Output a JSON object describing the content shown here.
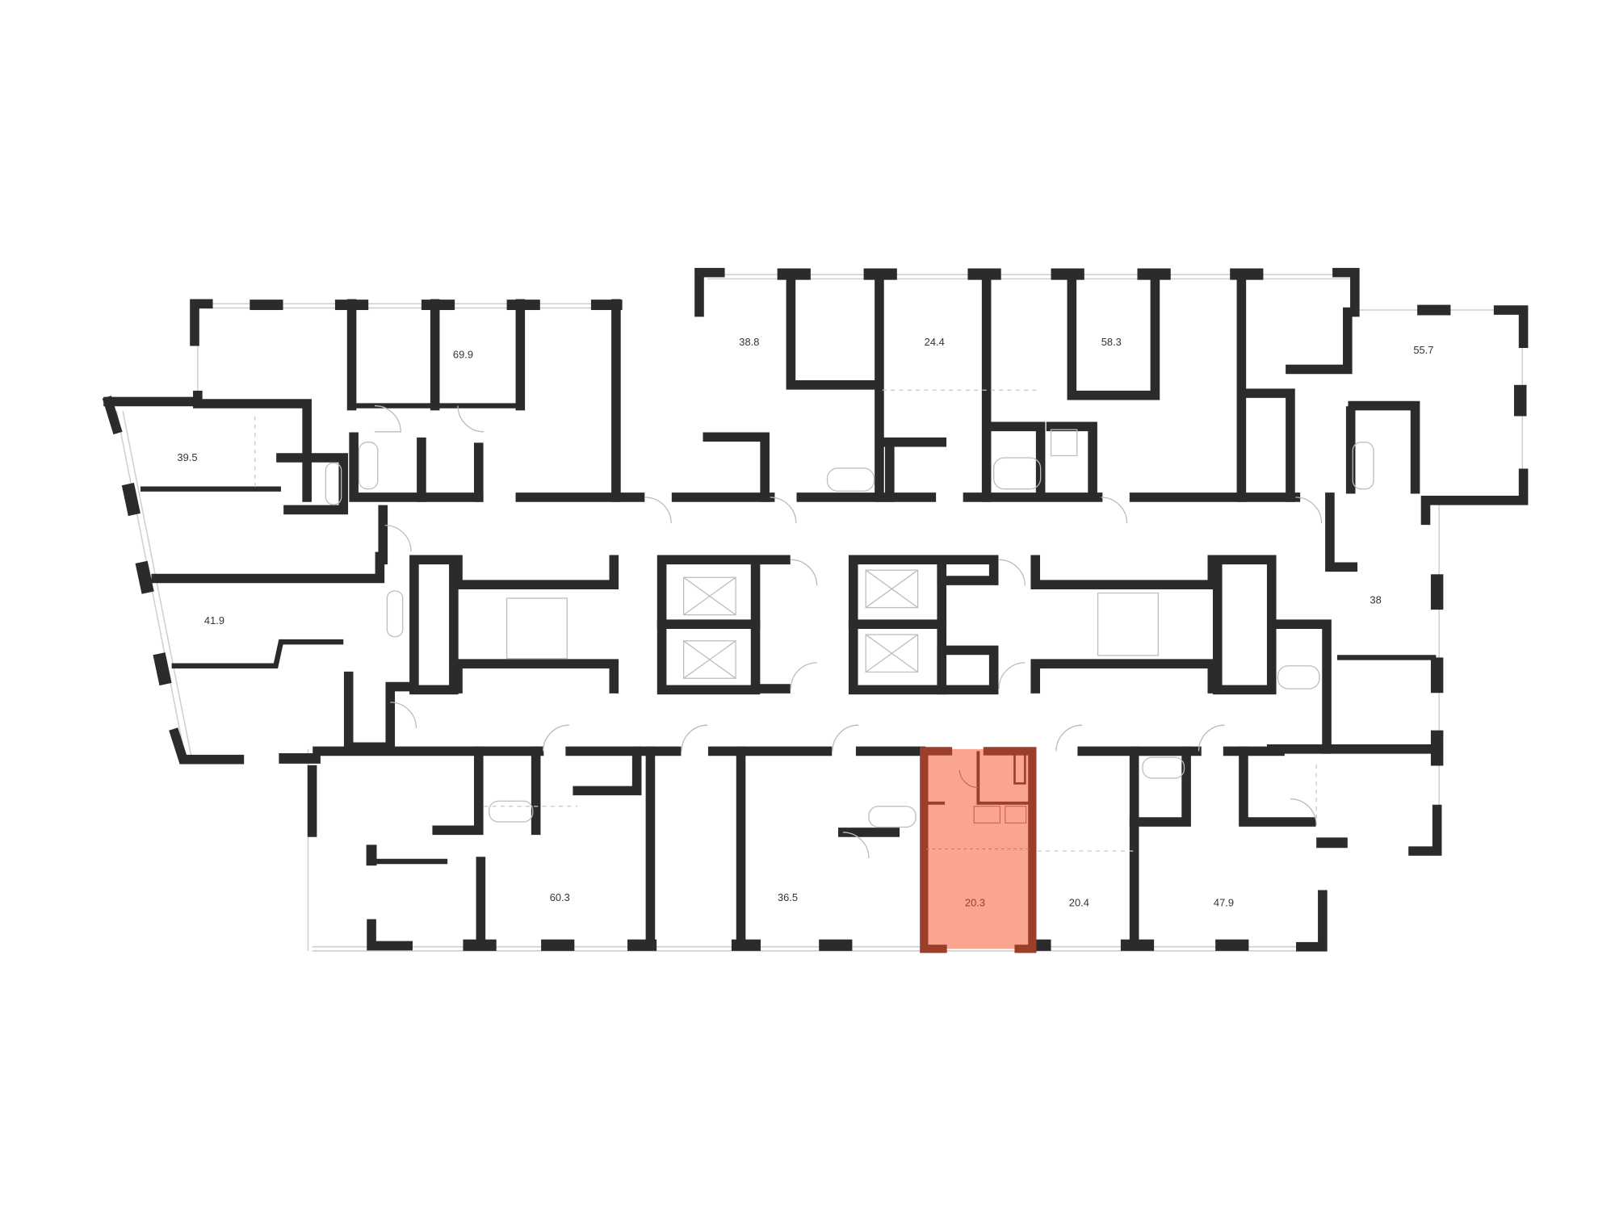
{
  "plan": {
    "apartments": [
      {
        "id": "apt-69-9",
        "area": "69.9"
      },
      {
        "id": "apt-39-5",
        "area": "39.5"
      },
      {
        "id": "apt-41-9",
        "area": "41.9"
      },
      {
        "id": "apt-60-3",
        "area": "60.3"
      },
      {
        "id": "apt-38-8",
        "area": "38.8"
      },
      {
        "id": "apt-24-4",
        "area": "24.4"
      },
      {
        "id": "apt-58-3",
        "area": "58.3"
      },
      {
        "id": "apt-55-7",
        "area": "55.7"
      },
      {
        "id": "apt-38",
        "area": "38"
      },
      {
        "id": "apt-36-5",
        "area": "36.5"
      },
      {
        "id": "apt-20-3",
        "area": "20.3",
        "selected": true
      },
      {
        "id": "apt-20-4",
        "area": "20.4"
      },
      {
        "id": "apt-47-9",
        "area": "47.9"
      }
    ],
    "colors": {
      "wall": "#2b2b2b",
      "highlight_fill": "#f9a58f",
      "highlight_border": "#9b3e2a"
    }
  }
}
